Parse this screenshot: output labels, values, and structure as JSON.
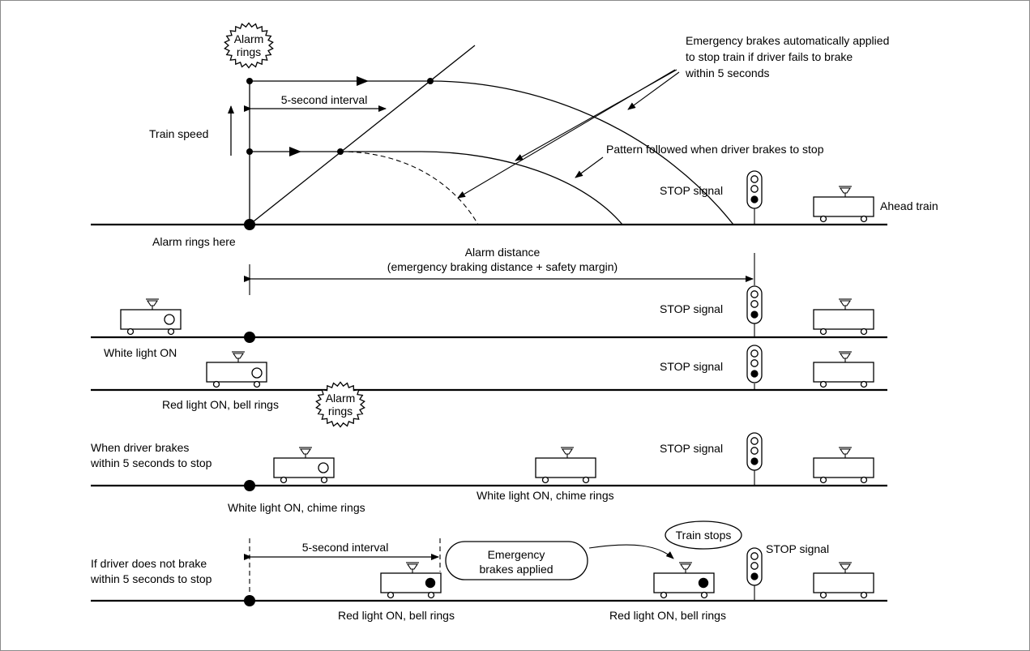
{
  "graph": {
    "alarm_rings_burst": [
      "Alarm",
      "rings"
    ],
    "emergency_note": [
      "Emergency brakes automatically applied",
      "to stop train if driver fails to brake",
      "within 5 seconds"
    ],
    "interval_label": "5-second interval",
    "train_speed_label": "Train speed",
    "pattern_note": "Pattern followed when driver brakes to stop",
    "stop_signal": "STOP signal",
    "ahead_train": "Ahead train",
    "alarm_rings_here": "Alarm rings here"
  },
  "alarm_distance": {
    "title": "Alarm distance",
    "subtitle": "(emergency braking distance + safety margin)"
  },
  "scenarios": {
    "stop_signal": "STOP signal",
    "white_light_on": "White light ON",
    "red_light_bell": "Red light ON, bell rings",
    "alarm_rings_burst": [
      "Alarm",
      "rings"
    ],
    "driver_brakes": [
      "When driver brakes",
      "within 5 seconds to stop"
    ],
    "white_chime_1": "White light ON, chime rings",
    "white_chime_2": "White light ON, chime rings",
    "no_brake": [
      "If driver does not brake",
      "within 5 seconds to stop"
    ],
    "interval_label": "5-second interval",
    "emergency_applied": [
      "Emergency",
      "brakes applied"
    ],
    "train_stops": "Train stops",
    "red_bell_1": "Red light ON, bell rings",
    "red_bell_2": "Red light ON, bell rings"
  },
  "colors": {
    "line": "#000000",
    "background": "#ffffff",
    "frame": "#8a8a8a"
  }
}
